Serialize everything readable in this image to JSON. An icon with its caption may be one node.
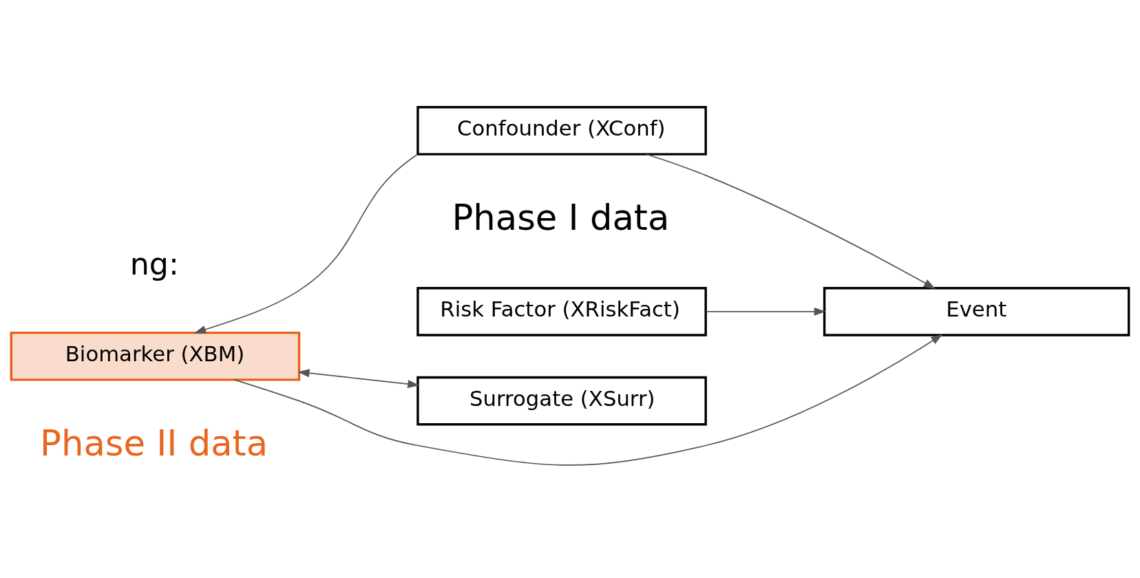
{
  "diagram": {
    "nodes": [
      {
        "text": [
          "Risk Factor (XRiskFact)"
        ]
      },
      {
        "text": [
          "Biomarker (XBM)"
        ]
      },
      {
        "text": [
          "Event"
        ]
      },
      {
        "text": [
          "Surrogate (XSurr)"
        ]
      },
      {
        "text": [
          "Confounder (XConf)"
        ]
      }
    ],
    "edges": [
      {
        "from": 0,
        "to": 2,
        "arrow": "to"
      },
      {
        "from": 1,
        "to": 2,
        "arrow": "to"
      },
      {
        "from": 1,
        "to": 3,
        "arrow": "both"
      },
      {
        "from": 4,
        "to": 1,
        "arrow": "to"
      },
      {
        "from": 4,
        "to": 2,
        "arrow": "to"
      }
    ],
    "labels": [
      "ng:",
      "Phase II data",
      "Phase I data"
    ]
  }
}
